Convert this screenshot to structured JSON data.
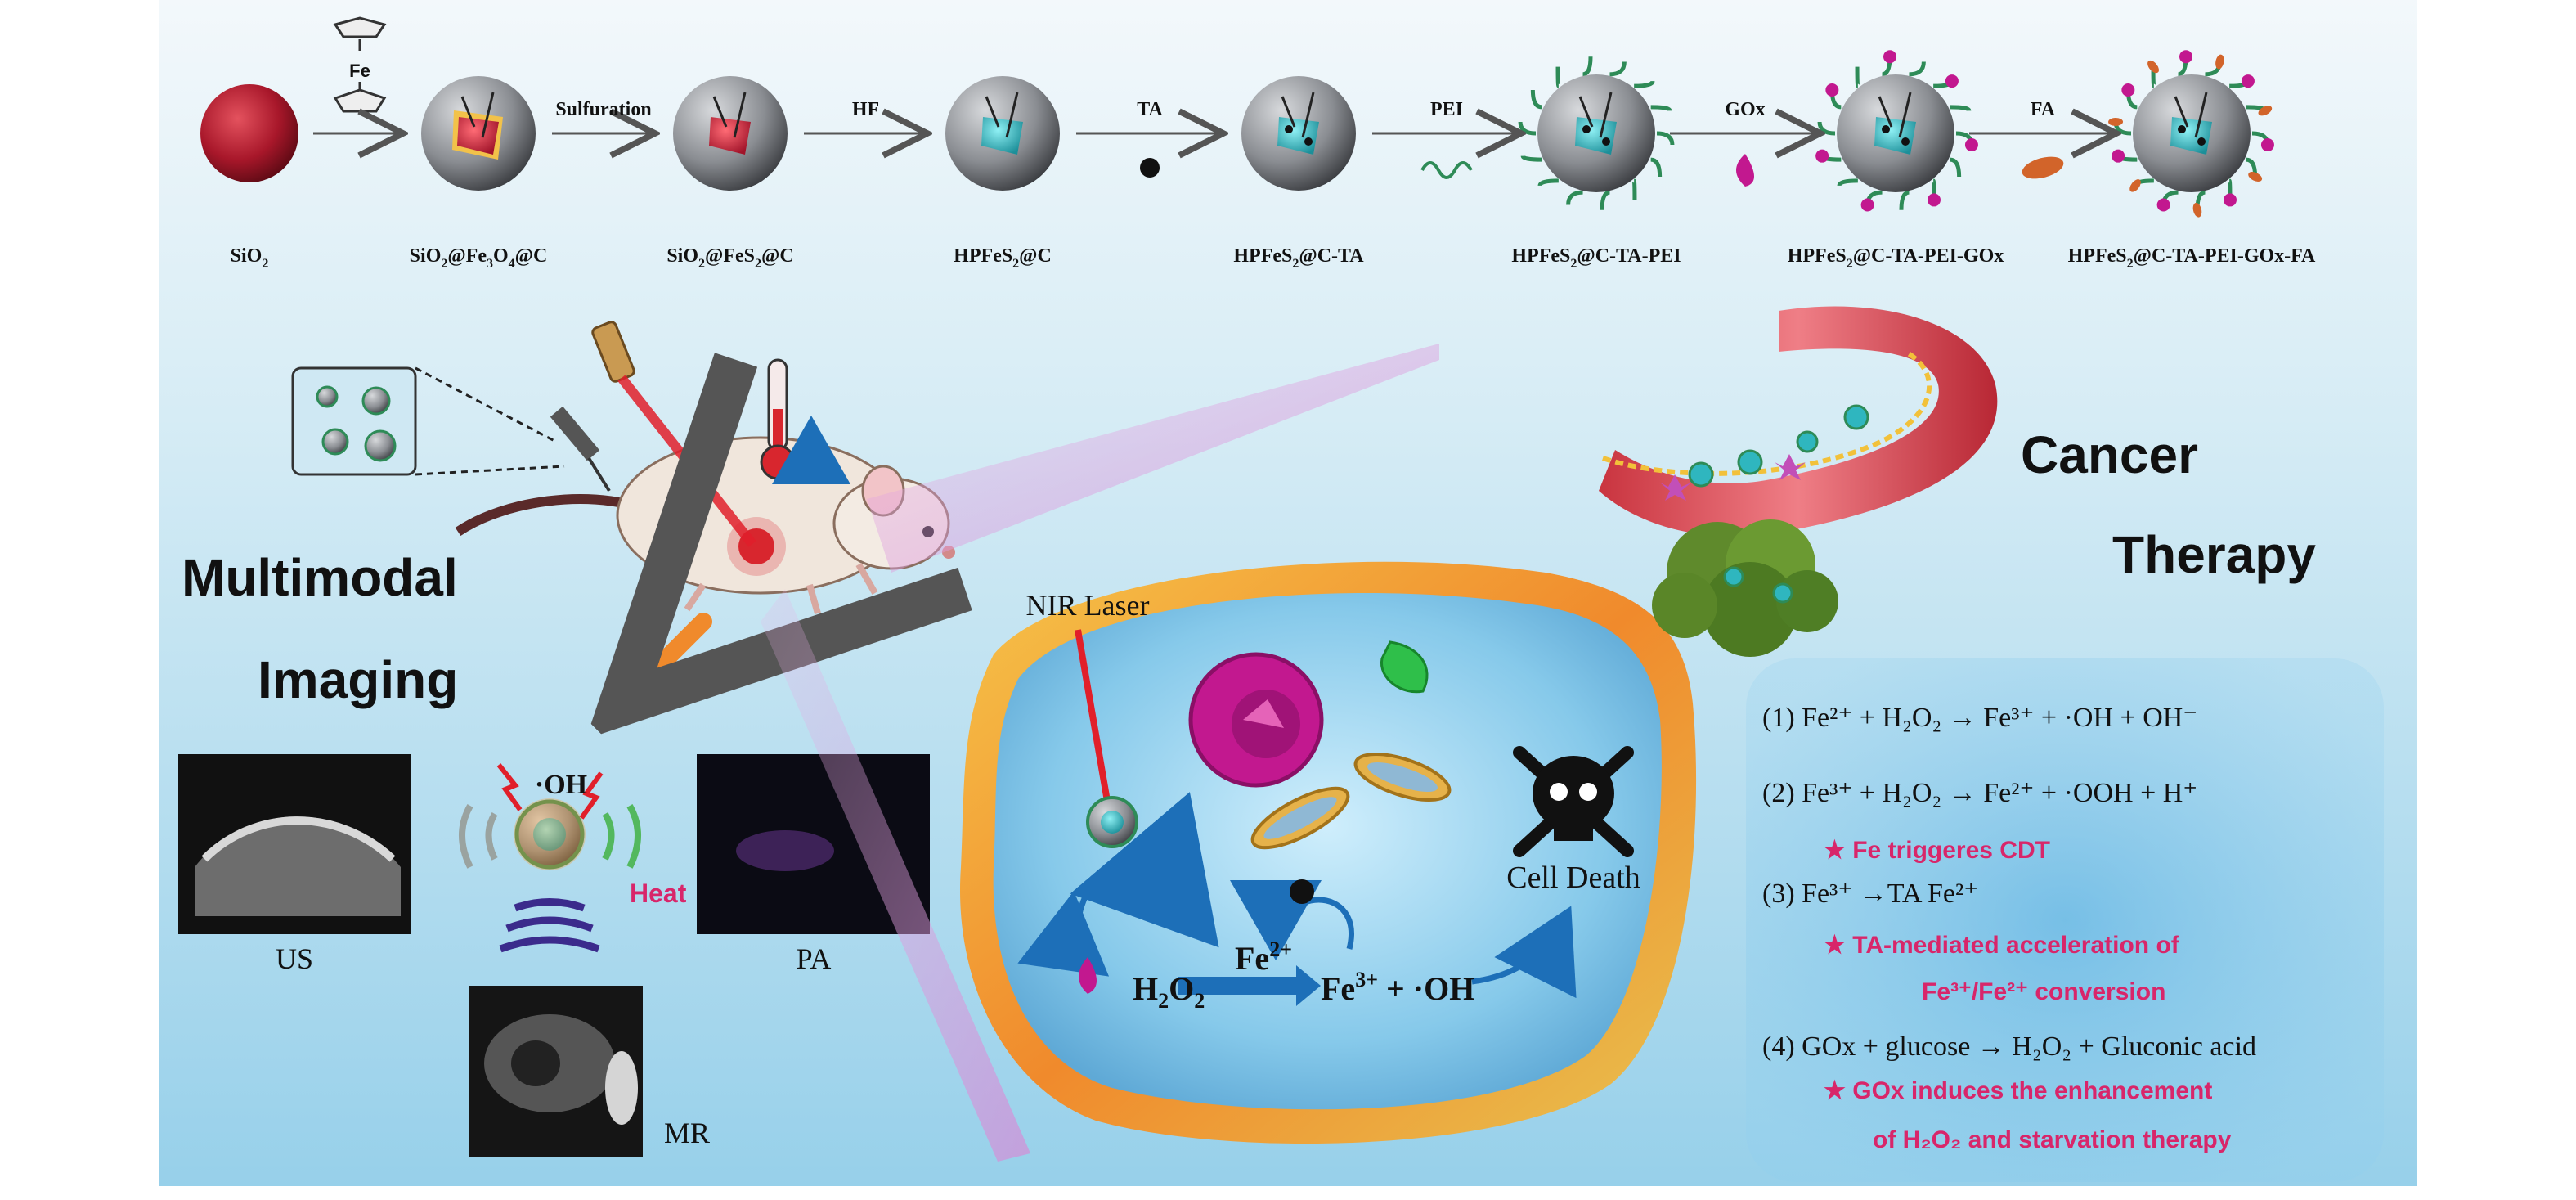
{
  "synthesis": {
    "stages": [
      {
        "name": "SiO2",
        "label": "SiO",
        "sub": "2",
        "tail": ""
      },
      {
        "name": "SiO2@Fe3O4@C",
        "label": "SiO",
        "sub": "2",
        "tail": "@Fe",
        "sub2": "3",
        "tail2": "O",
        "sub3": "4",
        "tail3": "@C"
      },
      {
        "name": "SiO2@FeS2@C",
        "label": "SiO",
        "sub": "2",
        "tail": "@FeS",
        "sub2": "2",
        "tail2": "@C"
      },
      {
        "name": "HPFeS2@C",
        "label": "HPFeS",
        "sub": "2",
        "tail": "@C"
      },
      {
        "name": "HPFeS2@C-TA",
        "label": "HPFeS",
        "sub": "2",
        "tail": "@C-TA"
      },
      {
        "name": "HPFeS2@C-TA-PEI",
        "label": "HPFeS",
        "sub": "2",
        "tail": "@C-TA-PEI"
      },
      {
        "name": "HPFeS2@C-TA-PEI-GOx",
        "label": "HPFeS",
        "sub": "2",
        "tail": "@C-TA-PEI-GOx"
      },
      {
        "name": "HPFeS2@C-TA-PEI-GOx-FA",
        "label": "HPFeS",
        "sub": "2",
        "tail": "@C-TA-PEI-GOx-FA"
      }
    ],
    "arrows": [
      "",
      "Sulfuration",
      "HF",
      "TA",
      "PEI",
      "GOx",
      "FA"
    ],
    "ferrocene_label": "Fe"
  },
  "imaging": {
    "title_line1": "Multimodal",
    "title_line2": "Imaging",
    "us_label": "US",
    "pa_label": "PA",
    "mr_label": "MR",
    "oh_label": "·OH",
    "heat_label": "Heat"
  },
  "therapy": {
    "title_line1": "Cancer",
    "title_line2": "Therapy",
    "nir_label": "NIR Laser",
    "cell_death_label": "Cell Death",
    "cycle": {
      "h2o2": "H",
      "h2o2_sub": "2",
      "h2o2_tail": "O",
      "h2o2_sub2": "2",
      "fe2": "Fe",
      "fe2_sup": "2+",
      "fe3": "Fe",
      "fe3_sup": "3+",
      "fe3_tail": " + ·OH"
    }
  },
  "reactions": {
    "r1": "(1) Fe²⁺ + H₂O₂ → Fe³⁺ + ·OH + OH⁻",
    "r2": "(2) Fe³⁺ + H₂O₂ → Fe²⁺ + ·OOH + H⁺",
    "note1": "★ Fe triggeres CDT",
    "r3": "(3) Fe³⁺ →TA Fe²⁺",
    "note2a": "★ TA-mediated acceleration of",
    "note2b": "Fe³⁺/Fe²⁺ conversion",
    "r4": "(4) GOx + glucose → H₂O₂ + Gluconic acid",
    "note3a": "★ GOx induces the enhancement",
    "note3b": "of H₂O₂ and starvation therapy"
  },
  "colors": {
    "sphere_red": "#b01b2a",
    "shell_gray": "#8a8d92",
    "core_cyan": "#2fb6bf",
    "pei_green": "#2e8b57",
    "gox_magenta": "#c2188f",
    "fa_orange": "#d2642a",
    "accent_pink": "#d8266a",
    "background_top": "#eaf3f8",
    "background_bottom": "#9fd3ea"
  }
}
